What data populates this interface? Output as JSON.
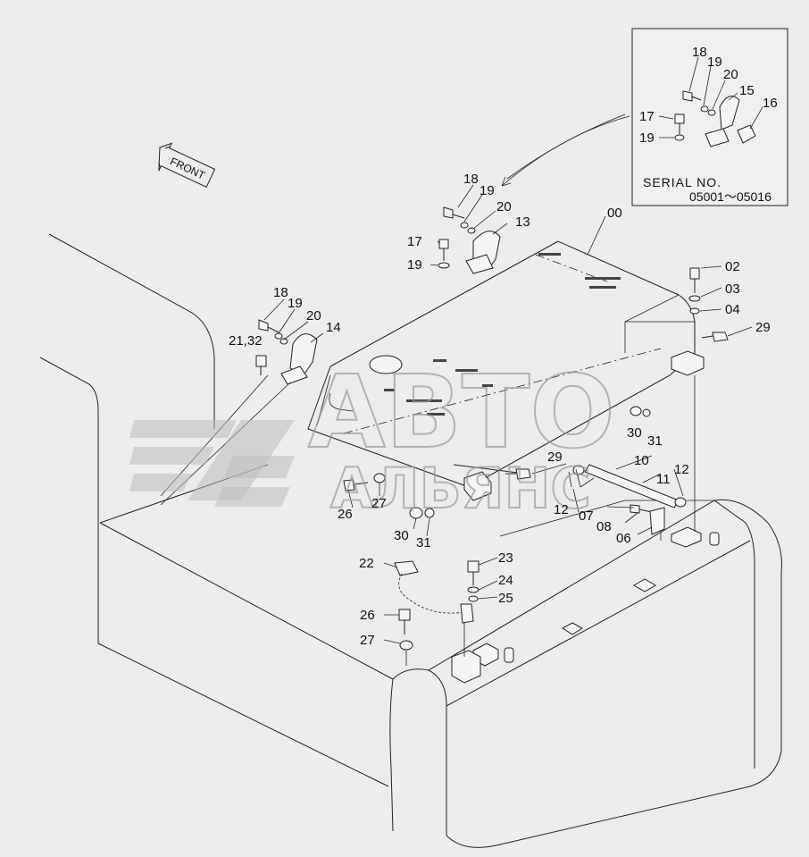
{
  "front_label": "FRONT",
  "inset": {
    "serial_label": "SERIAL NO.",
    "serial_range": "05001～05016",
    "callouts": [
      "18",
      "19",
      "20",
      "15",
      "17",
      "19",
      "16"
    ]
  },
  "watermark": {
    "line1": "АВТО",
    "line2": "АЛЬЯНС"
  },
  "callouts": {
    "c00": "00",
    "c02": "02",
    "c03": "03",
    "c04": "04",
    "c29a": "29",
    "c18a": "18",
    "c19a": "19",
    "c20a": "20",
    "c13": "13",
    "c17a": "17",
    "c19b": "19",
    "c18b": "18",
    "c19c": "19",
    "c20b": "20",
    "c14": "14",
    "c2132": "21,32",
    "c30a": "30",
    "c31a": "31",
    "c29b": "29",
    "c10": "10",
    "c11": "11",
    "c12a": "12",
    "c12b": "12",
    "c07": "07",
    "c08": "08",
    "c06": "06",
    "c26a": "26",
    "c27a": "27",
    "c30b": "30",
    "c31b": "31",
    "c22": "22",
    "c23": "23",
    "c24": "24",
    "c25": "25",
    "c26b": "26",
    "c27b": "27"
  }
}
